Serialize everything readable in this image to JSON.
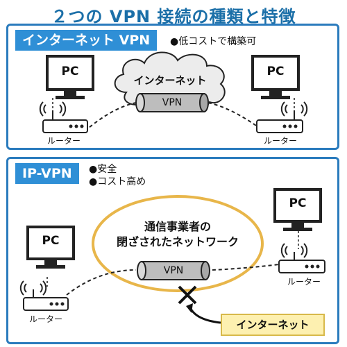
{
  "title": "２つの VPN 接続の種類と特徴",
  "panel1": {
    "tag": "インターネット VPN",
    "features": [
      "●低コストで構築可"
    ],
    "cloud_label": "インターネット",
    "pipe_label": "VPN",
    "left_pc": "PC",
    "right_pc": "PC",
    "left_router": "ルーター",
    "right_router": "ルーター"
  },
  "panel2": {
    "tag": "IP-VPN",
    "features": [
      "●安全",
      "●コスト高め"
    ],
    "network_label_line1": "通信事業者の",
    "network_label_line2": "閉ざされたネットワーク",
    "pipe_label": "VPN",
    "left_pc": "PC",
    "right_pc": "PC",
    "left_router": "ルーター",
    "right_router": "ルーター",
    "internet_box": "インターネット"
  },
  "colors": {
    "title": "#1b6fa8",
    "panel_border": "#2a7bbd",
    "tag_bg": "#2f8fd6",
    "cloud_bg": "#ececec",
    "ellipse_border": "#e8b64a",
    "internet_box_bg": "#fdf0b0"
  }
}
